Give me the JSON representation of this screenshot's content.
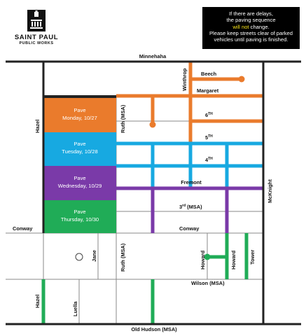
{
  "agency": {
    "name_line1": "SAINT PAUL",
    "name_line2": "PUBLIC WORKS"
  },
  "notice": {
    "line1": "If there are delays,",
    "line2": "the paving sequence",
    "highlight": "will not",
    "line3_rest": "change.",
    "line4": "Please keep streets clear of parked",
    "line5": "vehicles until paving is finished."
  },
  "streets": {
    "minnehaha": "Minnehaha",
    "beech": "Beech",
    "winthrop": "Winthrop",
    "margaret": "Margaret",
    "sixth": "6",
    "sixth_sup": "TH",
    "fifth": "5",
    "fifth_sup": "TH",
    "fourth": "4",
    "fourth_sup": "TH",
    "fremont": "Fremont",
    "third": "3",
    "third_sup": "rd",
    "third_suffix": " (MSA)",
    "conway_left": "Conway",
    "conway_right": "Conway",
    "hazel_top": "Hazel",
    "hazel_bottom": "Hazel",
    "ruth_top": "Ruth (MSA)",
    "ruth_bottom": "Ruth (MSA)",
    "jane": "Jane",
    "howard_left": "Howard",
    "howard_right": "Howard",
    "tower": "Tower",
    "wilson": "Wilson (MSA)",
    "luella": "Luella",
    "mcknight": "McKnight",
    "old_hudson": "Old Hudson (MSA)"
  },
  "schedule": [
    {
      "action": "Pave",
      "day": "Monday, 10/27",
      "color": "#ea7b2c"
    },
    {
      "action": "Pave",
      "day": "Tuesday, 10/28",
      "color": "#17a9e1"
    },
    {
      "action": "Pave",
      "day": "Wednesday, 10/29",
      "color": "#7a3aa8"
    },
    {
      "action": "Pave",
      "day": "Thursday, 10/30",
      "color": "#20ac57"
    }
  ],
  "colors": {
    "monday": "#ea7b2c",
    "tuesday": "#17a9e1",
    "wednesday": "#7a3aa8",
    "thursday": "#20ac57",
    "street_line": "#222222",
    "thin_line": "#8a8a8a"
  }
}
